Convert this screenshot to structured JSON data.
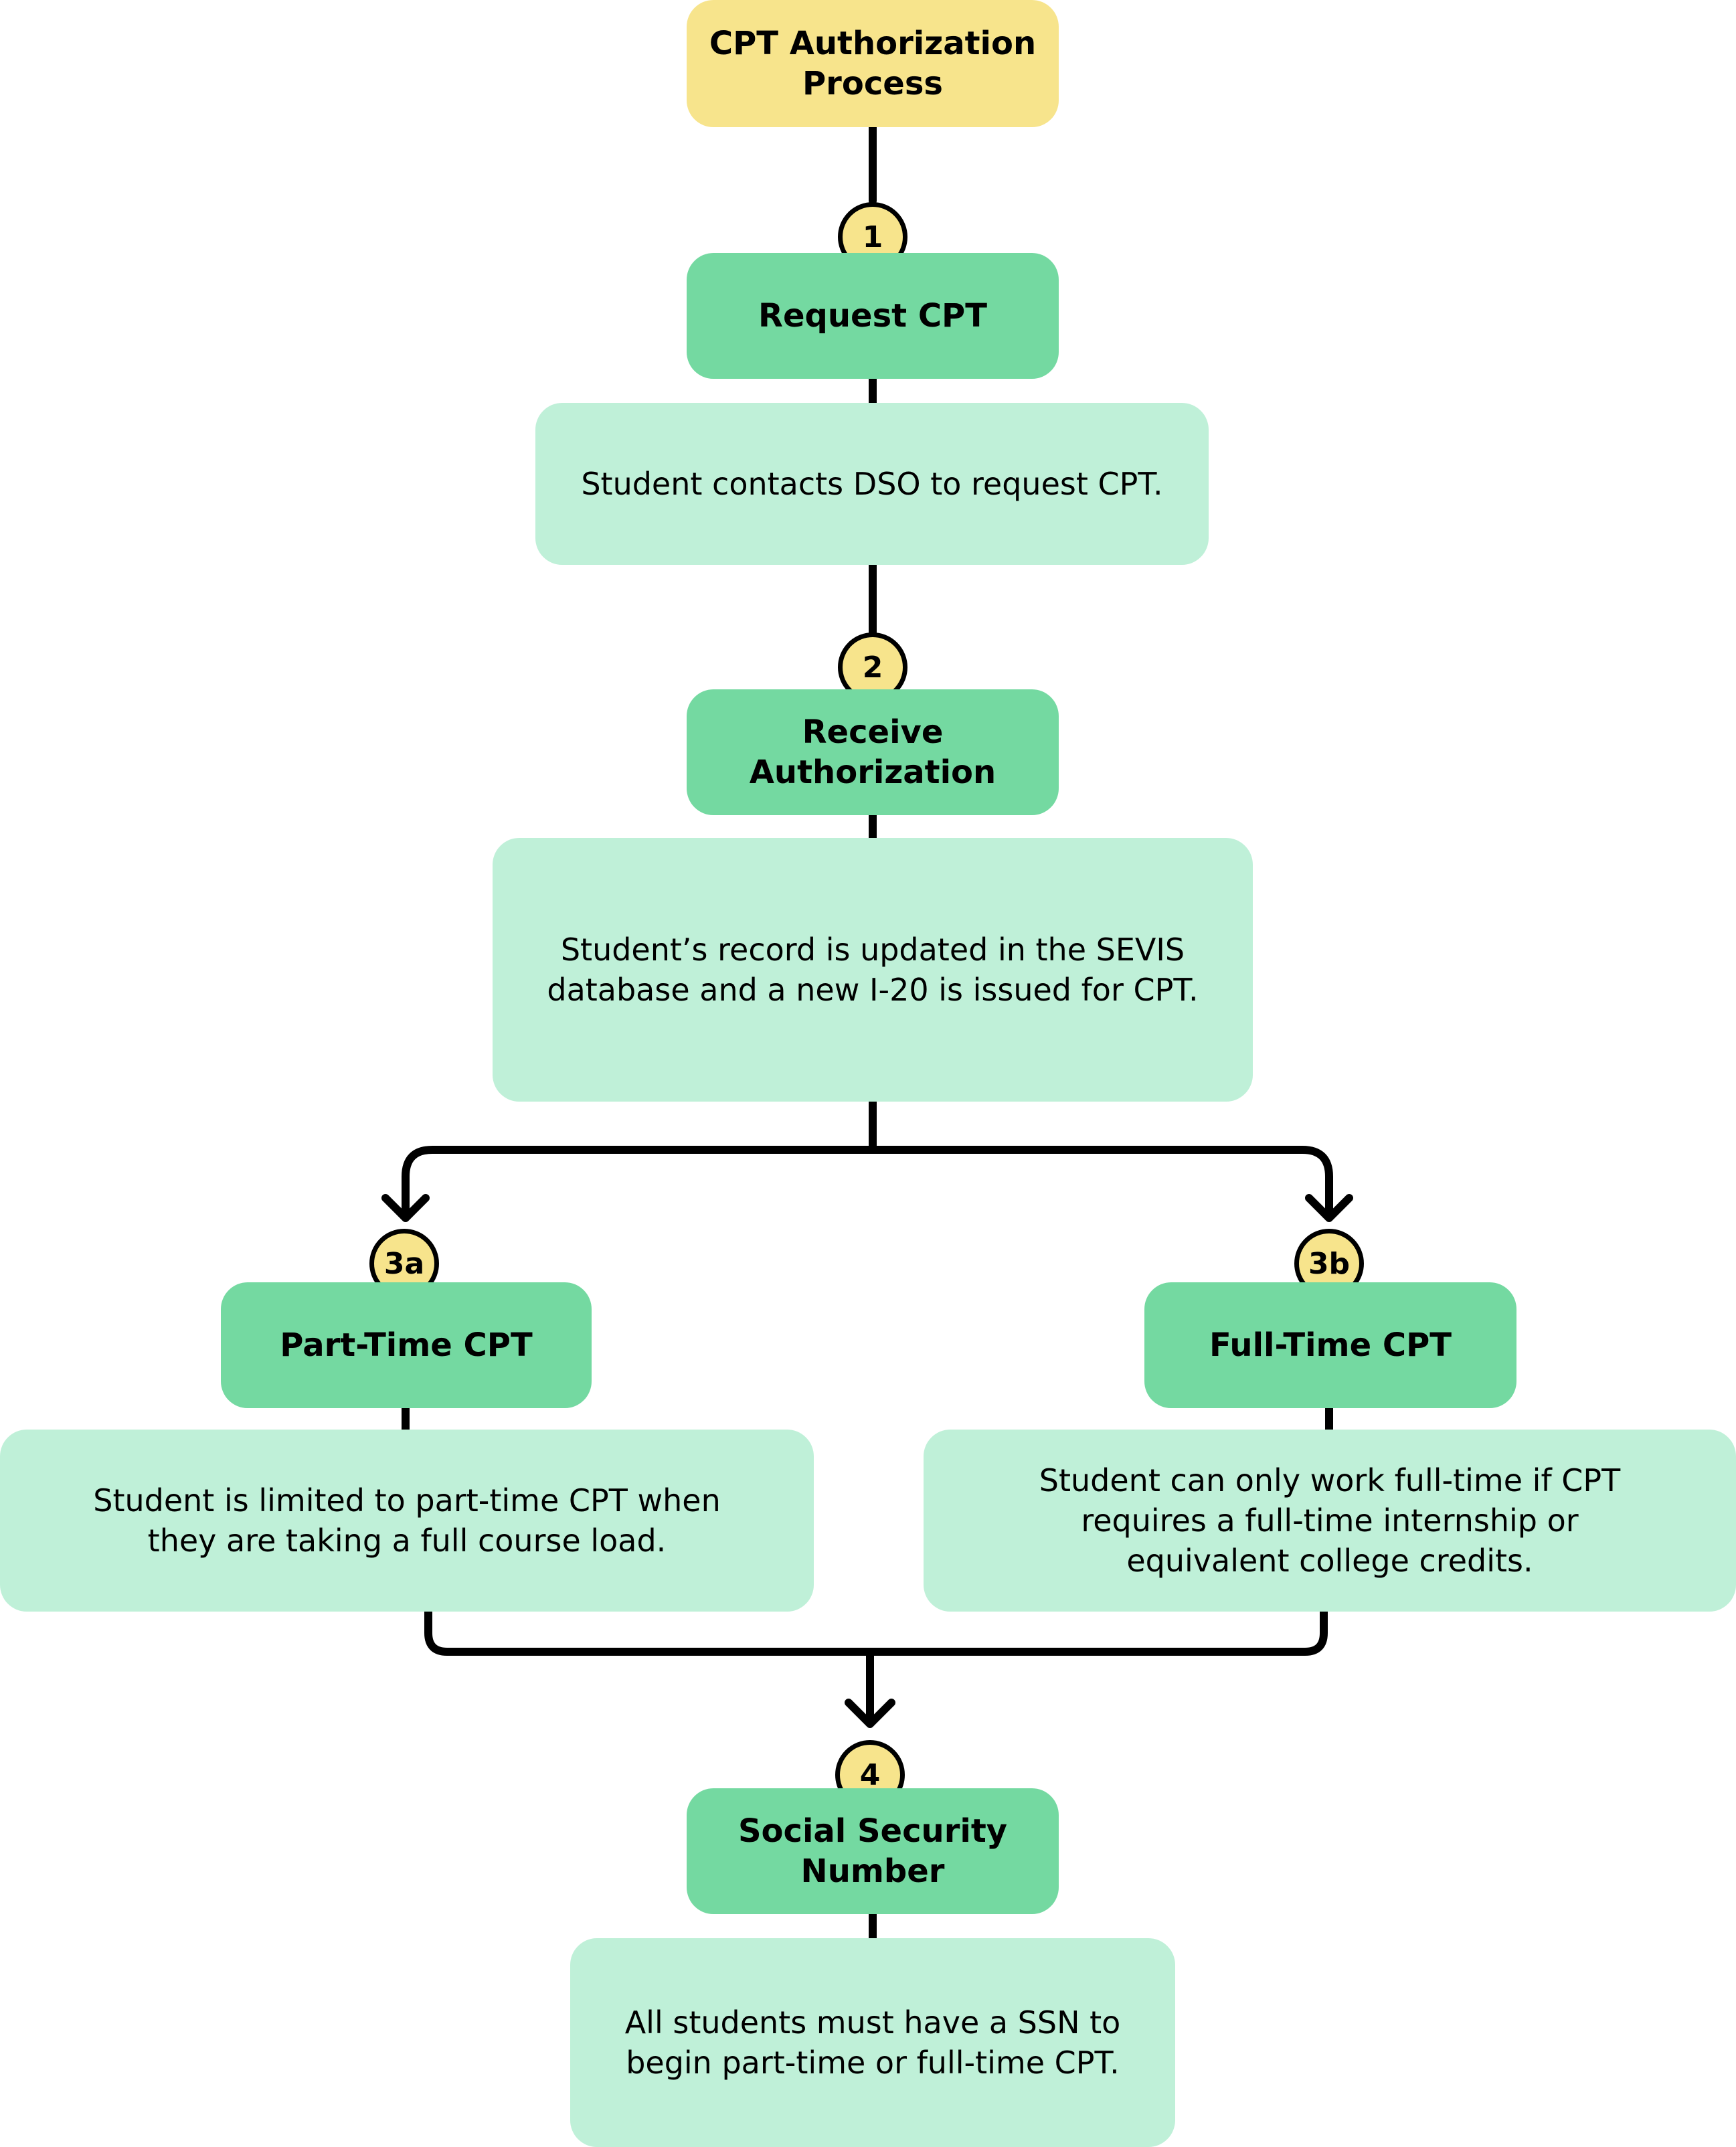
{
  "title": "CPT Authorization\nProcess",
  "steps": {
    "s1": {
      "badge": "1",
      "label": "Request CPT",
      "description": "Student contacts DSO to request CPT."
    },
    "s2": {
      "badge": "2",
      "label": "Receive\nAuthorization",
      "description": "Student’s record is updated in the SEVIS\ndatabase and a new I-20 is issued for CPT."
    },
    "s3a": {
      "badge": "3a",
      "label": "Part-Time CPT",
      "description": "Student is limited to part-time CPT when\nthey are taking a full course load."
    },
    "s3b": {
      "badge": "3b",
      "label": "Full-Time CPT",
      "description": "Student can only work full-time if CPT\nrequires a full-time internship or\nequivalent college credits."
    },
    "s4": {
      "badge": "4",
      "label": "Social Security\nNumber",
      "description": "All students must have a SSN to\nbegin part-time or full-time CPT."
    }
  },
  "colors": {
    "title_fill": "#f7e48c",
    "step_fill": "#74d9a1",
    "description_fill": "#bff0d8",
    "badge_fill": "#f7e48c",
    "line": "#000000"
  }
}
